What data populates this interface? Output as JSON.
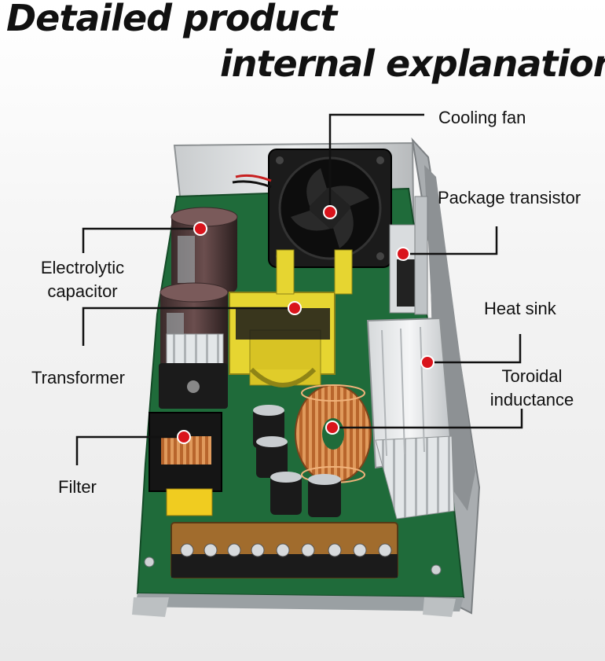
{
  "heading": {
    "line1": "Detailed product",
    "line2": "internal explanation"
  },
  "labels": {
    "cooling_fan": "Cooling fan",
    "package_transistor": "Package transistor",
    "electrolytic_capacitor_line1": "Electrolytic",
    "electrolytic_capacitor_line2": "capacitor",
    "heat_sink": "Heat sink",
    "transformer": "Transformer",
    "toroidal_inductance_line1": "Toroidal",
    "toroidal_inductance_line2": "inductance",
    "filter": "Filter"
  },
  "colors": {
    "marker": "#d9141c",
    "leader_line": "#111111",
    "pcb": "#1f6b3a"
  }
}
